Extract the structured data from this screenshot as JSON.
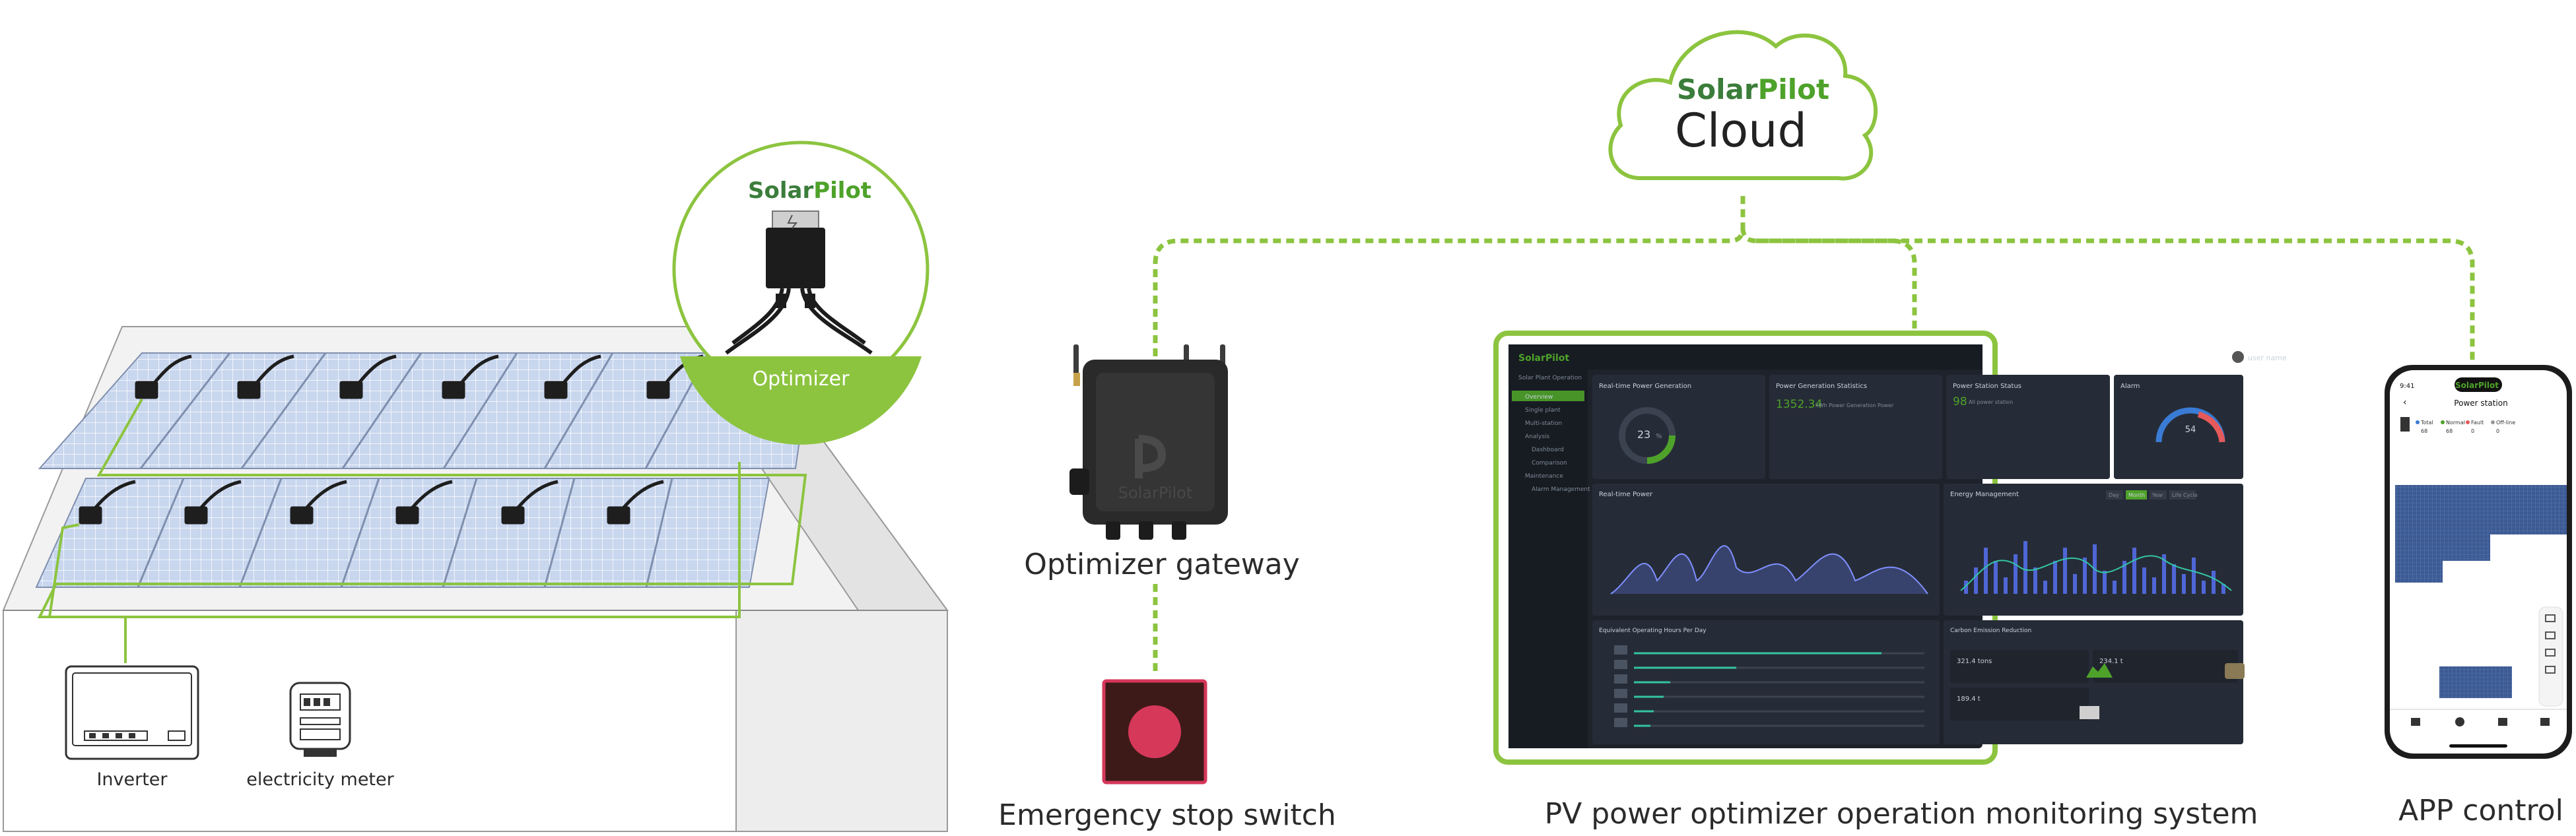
{
  "brand": {
    "solar": "Solar",
    "pilot": "Pilot"
  },
  "cloud": {
    "label": "Cloud"
  },
  "optimizer": {
    "badge": "Optimizer"
  },
  "labels": {
    "inverter": "Inverter",
    "meter": "electricity meter",
    "gateway": "Optimizer gateway",
    "estop": "Emergency stop switch",
    "monitoring": "PV power optimizer operation monitoring system",
    "app": "APP control"
  },
  "gateway_mark": "SolarPilot",
  "dashboard": {
    "sidebar": [
      "Solar Plant Operation",
      "Overview",
      "Single plant",
      "Multi-station",
      "Analysis",
      "Dashboard",
      "Comparison",
      "Maintenance",
      "Alarm Management"
    ],
    "user": "user name",
    "cards": {
      "realtime_power": "Real-time Power Generation",
      "gauge_value": "23",
      "gauge_unit": "%",
      "power_stats": "Power Generation Statistics",
      "power_value": "1352.34",
      "power_unit": "kWh Power Generation Power",
      "station_status": "Power Station Status",
      "station_count": "98",
      "station_count_label": "All power station",
      "alarm": "Alarm",
      "alarm_value": "54",
      "realtime_chart": "Real-time Power",
      "energy": "Energy Management",
      "hours": "Equivalent Operating Hours Per Day",
      "carbon": "Carbon Emission Reduction"
    },
    "energy_tabs": [
      "Day",
      "Month",
      "Year",
      "Life Cycle"
    ],
    "carbon_values": [
      "321.4 tons",
      "234.1 t",
      "189.4 t"
    ]
  },
  "phone": {
    "time": "9:41",
    "title": "Power station",
    "legend": [
      "Total",
      "Normal",
      "Fault",
      "Off-line"
    ],
    "legend_values": [
      "68",
      "68",
      "0",
      "0"
    ]
  },
  "colors": {
    "green": "#8cc43f",
    "dark_green": "#3b7d3a",
    "panel_blue": "#c5d3ec",
    "dash_bg": "#1d222b",
    "estop_red": "#d6385a"
  }
}
